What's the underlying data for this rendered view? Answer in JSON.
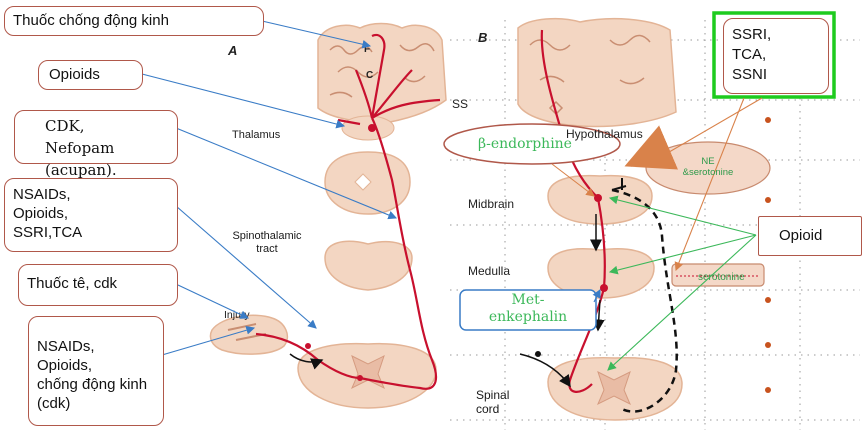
{
  "panel_a": {
    "letter": "A",
    "labels": {
      "f": "F",
      "c": "C",
      "ss": "SS",
      "thalamus": "Thalamus",
      "spinothalamic": "Spinothalamic\ntract",
      "injury": "Injury"
    }
  },
  "panel_b": {
    "letter": "B",
    "labels": {
      "hypothalamus": "Hypothalamus",
      "midbrain": "Midbrain",
      "medulla": "Medulla",
      "spinal_cord": "Spinal\ncord",
      "beta_endorphine": "β-endorphine",
      "ne_serotonine": "NE\n&serotonine",
      "serotonine": "serotonine",
      "met_enkephalin": "Met-\nenkephalin"
    }
  },
  "callouts": {
    "anticonvulsant": "Thuốc chống động kinh",
    "opioids": "Opioids",
    "cdk_nefopam": "CDK, Nefopam\n(acupan).",
    "nsaids_ssri": "NSAIDs,\nOpioids,\nSSRI,TCA",
    "local_anesthetic": "Thuốc tê, cdk",
    "nsaids_cdk": "NSAIDs,\nOpioids,\nchống động kinh\n(cdk)",
    "ssri_tca_ssni": "SSRI,\nTCA,\nSSNI",
    "opioid": "Opioid"
  },
  "colors": {
    "pathway": "#c8102e",
    "arrow_blue": "#3a7cc6",
    "arrow_orange": "#d9824a",
    "arrow_green": "#3cb85a",
    "highlight_green": "#1ecb1e",
    "tissue": "#f3d6c2",
    "tissue_dark": "#e3b496",
    "callout_border": "#b0584a"
  }
}
